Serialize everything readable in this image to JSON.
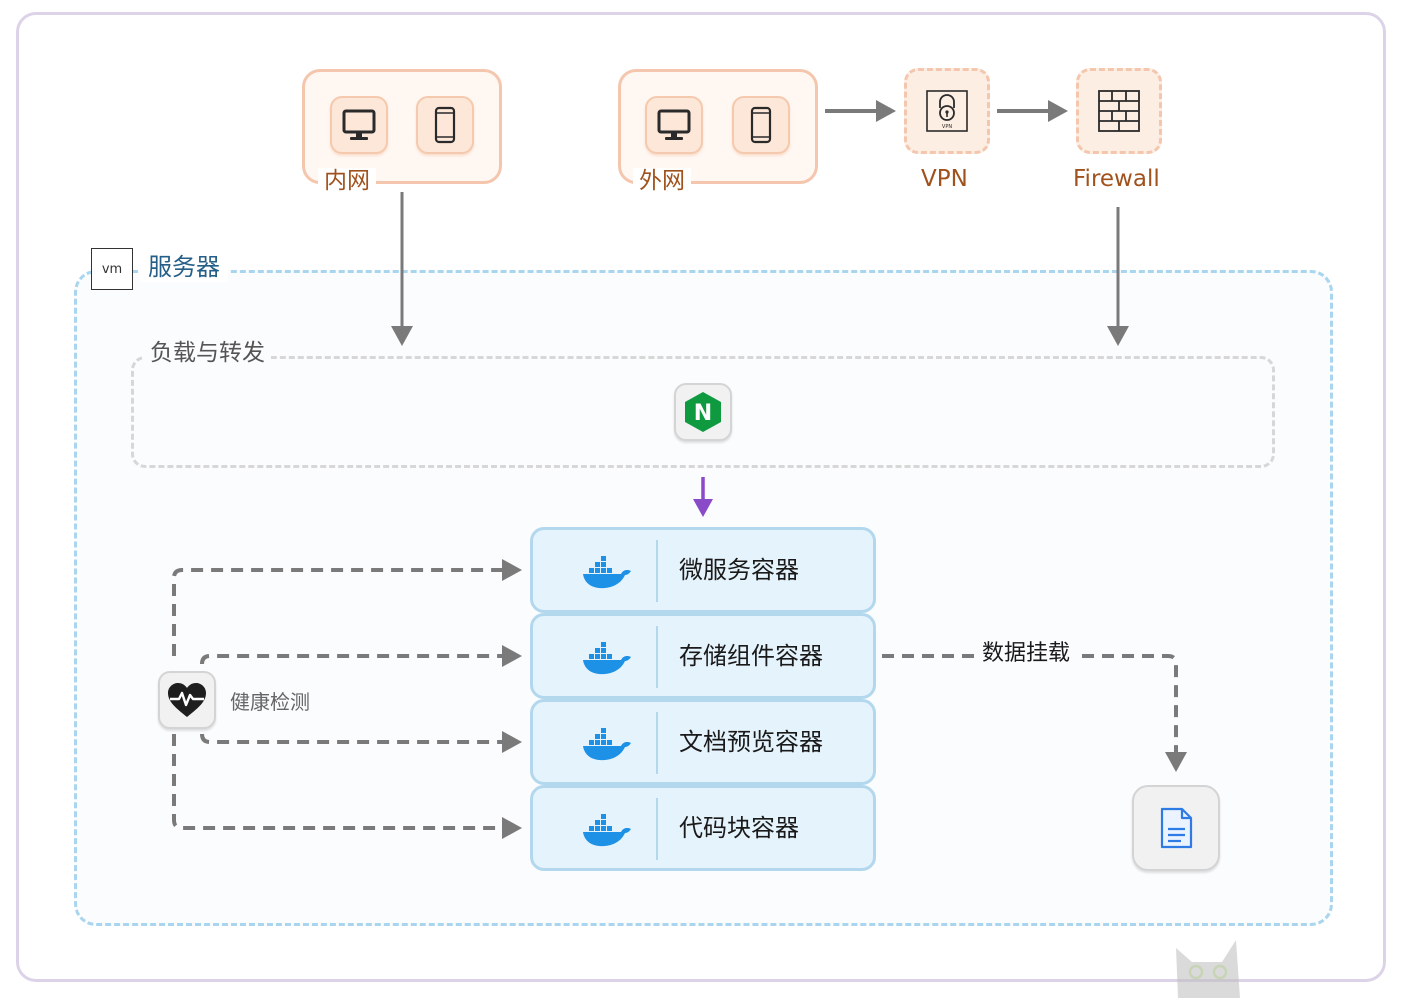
{
  "groups": {
    "intranet": {
      "label": "内网"
    },
    "extranet": {
      "label": "外网"
    }
  },
  "nodes": {
    "vpn": {
      "label": "VPN",
      "icon_text": "VPN"
    },
    "firewall": {
      "label": "Firewall"
    }
  },
  "server": {
    "label": "服务器",
    "vm_badge": "vm"
  },
  "load_balancer": {
    "label": "负载与转发",
    "icon_letter": "N"
  },
  "containers": [
    {
      "label": "微服务容器"
    },
    {
      "label": "存储组件容器"
    },
    {
      "label": "文档预览容器"
    },
    {
      "label": "代码块容器"
    }
  ],
  "health_check": {
    "label": "健康检测"
  },
  "data_mount": {
    "label": "数据挂载"
  },
  "colors": {
    "accent_orange": "#a0521d",
    "server_blue": "#255f88",
    "nginx_green": "#0f9a3f",
    "docker_blue": "#1d91e6",
    "purple_arrow": "#8a4bc9",
    "arrow_gray": "#7a7a7a"
  },
  "icons": {
    "desktop": "desktop-monitor-icon",
    "mobile": "mobile-phone-icon",
    "vpn": "vpn-lock-icon",
    "firewall": "firewall-brick-icon",
    "nginx": "nginx-icon",
    "docker": "docker-whale-icon",
    "health": "heartbeat-icon",
    "document": "document-file-icon",
    "watermark": "cat-watermark-icon"
  }
}
